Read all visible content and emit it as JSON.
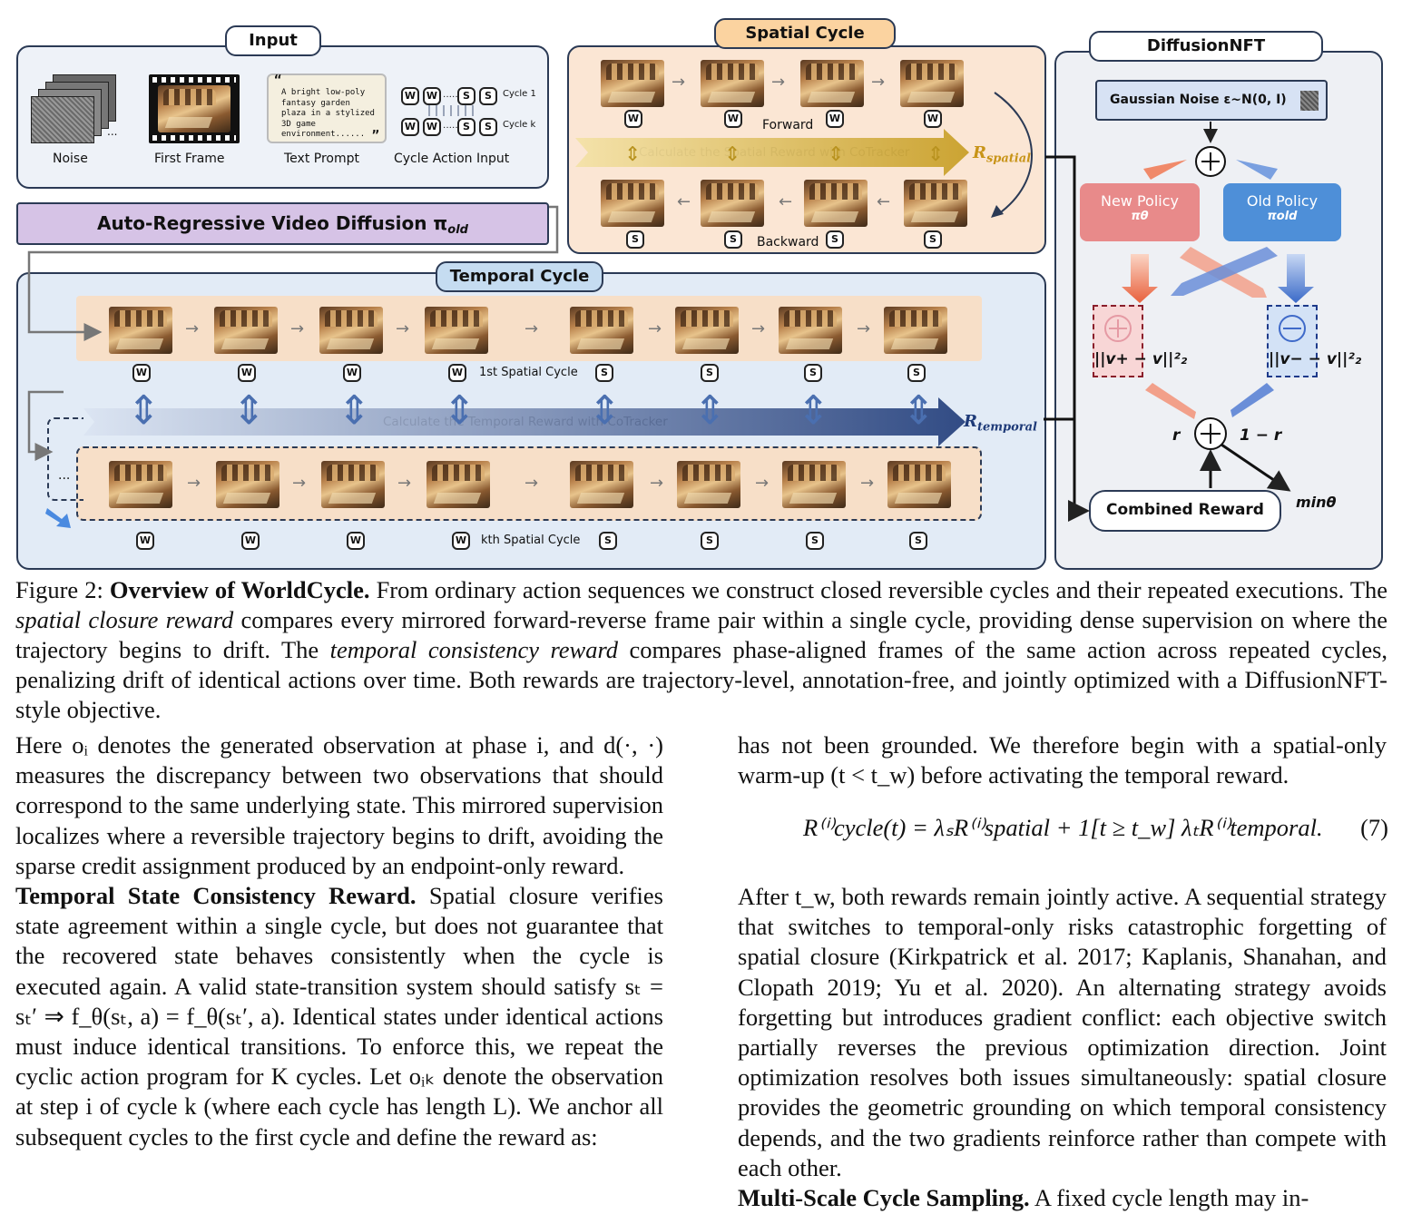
{
  "figure": {
    "input": {
      "title": "Input",
      "noise_label": "Noise",
      "first_frame_label": "First Frame",
      "prompt_text": "A bright low-poly fantasy garden plaza in a stylized 3D game environment......",
      "prompt_label": "Text Prompt",
      "cycle_action_label": "Cycle Action Input",
      "cycle_1": "Cycle 1",
      "cycle_k": "Cycle k",
      "ellipsis": "..."
    },
    "ar_model": "Auto-Regressive Video Diffusion π",
    "ar_model_sub": "old",
    "spatial": {
      "title": "Spatial Cycle",
      "forward": "Forward",
      "backward": "Backward",
      "banner": "Calculate the Spatial Reward with CoTracker",
      "reward": "R",
      "reward_sub": "spatial"
    },
    "temporal": {
      "title": "Temporal Cycle",
      "first_cycle": "1st Spatial Cycle",
      "kth_cycle": "kth Spatial Cycle",
      "banner": "Calculate the Temporal Reward with CoTracker",
      "reward": "R",
      "reward_sub": "temporal"
    },
    "nft": {
      "title": "DiffusionNFT",
      "noise": "Gaussian Noise ε~N(0, I)",
      "new_policy": "New Policy",
      "new_policy_sym": "πθ",
      "old_policy": "Old Policy",
      "old_policy_sym": "πold",
      "loss_pos": "||v+ − v||²₂",
      "loss_neg": "||v− − v||²₂",
      "r": "r",
      "one_minus_r": "1 − r",
      "combined": "Combined Reward",
      "min": "minθ"
    },
    "badge_w": "W",
    "badge_s": "S"
  },
  "caption": {
    "label": "Figure 2:",
    "title": "Overview of WorldCycle.",
    "t1": "From ordinary action sequences we construct closed reversible cycles and their repeated executions. The",
    "i1": "spatial closure reward",
    "t2": "compares every mirrored forward-reverse frame pair within a single cycle, providing dense supervision on where the trajectory begins to drift. The",
    "i2": "temporal consistency reward",
    "t3": "compares phase-aligned frames of the same action across repeated cycles, penalizing drift of identical actions over time. Both rewards are trajectory-level, annotation-free, and jointly optimized with a DiffusionNFT-style objective."
  },
  "left_col": {
    "p1": "Here oᵢ denotes the generated observation at phase i, and d(·, ·) measures the discrepancy between two observations that should correspond to the same underlying state. This mirrored supervision localizes where a reversible trajectory begins to drift, avoiding the sparse credit assignment produced by an endpoint-only reward.",
    "p2_head": "Temporal State Consistency Reward.",
    "p2": "Spatial closure verifies state agreement within a single cycle, but does not guarantee that the recovered state behaves consistently when the cycle is executed again. A valid state-transition system should satisfy sₜ = sₜ′ ⇒ f_θ(sₜ, a) = f_θ(sₜ′, a). Identical states under identical actions must induce identical transitions. To enforce this, we repeat the cyclic action program for K cycles. Let oᵢₖ denote the observation at step i of cycle k (where each cycle has length L). We anchor all subsequent cycles to the first cycle and define the reward as:"
  },
  "right_col": {
    "p1": "has not been grounded. We therefore begin with a spatial-only warm-up (t < t_w) before activating the temporal reward.",
    "equation": "R⁽ⁱ⁾cycle(t) = λₛR⁽ⁱ⁾spatial + 1[t ≥ t_w] λₜR⁽ⁱ⁾temporal.",
    "eq_num": "(7)",
    "p2": "After t_w, both rewards remain jointly active. A sequential strategy that switches to temporal-only risks catastrophic forgetting of spatial closure (Kirkpatrick et al. 2017; Kaplanis, Shanahan, and Clopath 2019; Yu et al. 2020). An alternating strategy avoids forgetting but introduces gradient conflict: each objective switch partially reverses the previous optimization direction. Joint optimization resolves both issues simultaneously: spatial closure provides the geometric grounding on which temporal consistency depends, and the two gradients reinforce rather than compete with each other.",
    "p3_head": "Multi-Scale Cycle Sampling.",
    "p3": "A fixed cycle length may in-"
  }
}
